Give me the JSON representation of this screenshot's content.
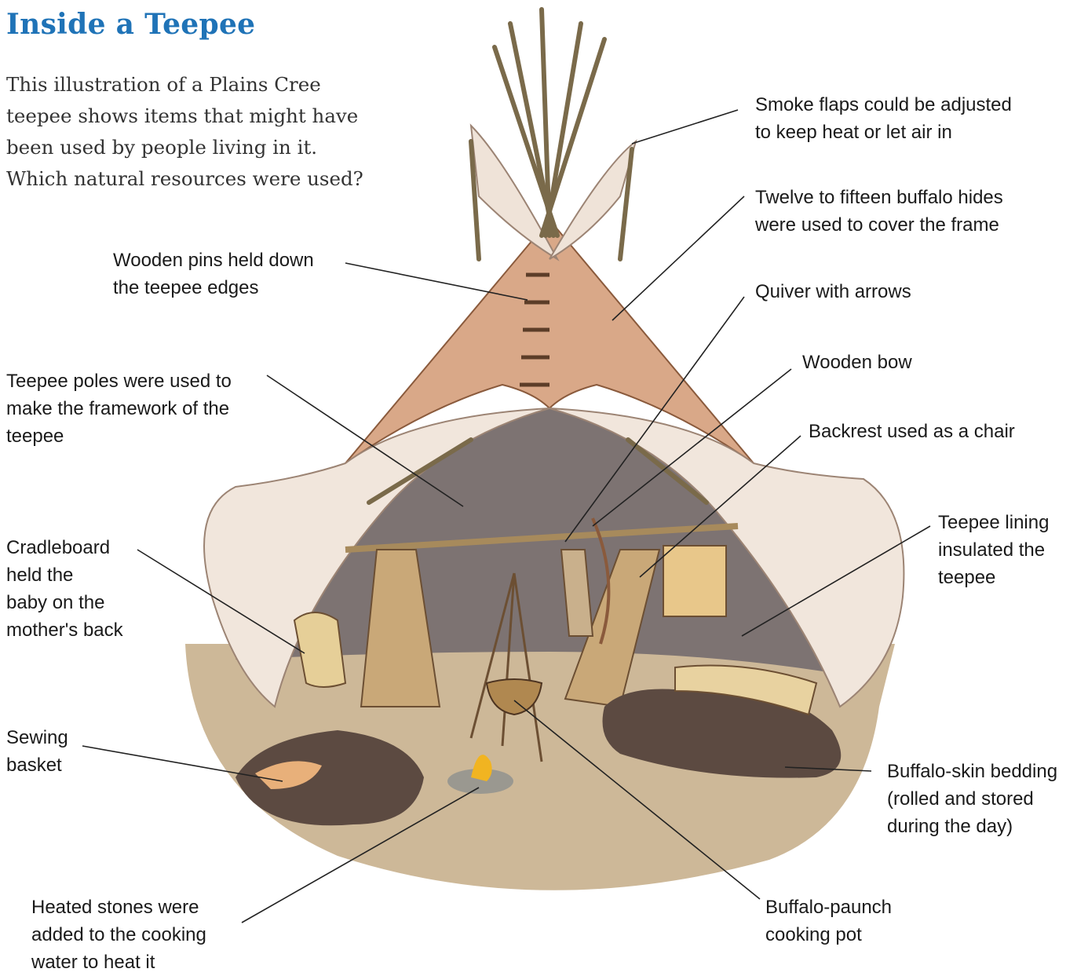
{
  "title": "Inside a Teepee",
  "intro": [
    "This illustration of a Plains Cree",
    "teepee shows items that might have",
    "been used by people living in it.",
    "Which natural resources were used?"
  ],
  "labels": {
    "smoke_flaps": [
      "Smoke flaps could be adjusted",
      "to keep heat or let air in"
    ],
    "buffalo_hides": [
      "Twelve to fifteen buffalo hides",
      "were used to cover the frame"
    ],
    "wooden_pins": [
      "Wooden pins held down",
      "the teepee edges"
    ],
    "quiver": [
      "Quiver with arrows"
    ],
    "wooden_bow": [
      "Wooden bow"
    ],
    "teepee_poles": [
      "Teepee poles were used to",
      "make the framework of the",
      "teepee"
    ],
    "backrest": [
      "Backrest used as a chair"
    ],
    "cradleboard": [
      "Cradleboard",
      "held the",
      "baby on the",
      "mother's back"
    ],
    "lining": [
      "Teepee lining",
      "insulated the",
      "teepee"
    ],
    "sewing_basket": [
      "Sewing",
      "basket"
    ],
    "bedding": [
      "Buffalo-skin bedding",
      "(rolled and stored",
      "during the day)"
    ],
    "heated_stones": [
      "Heated stones were",
      "added to the cooking",
      "water to heat it"
    ],
    "cooking_pot": [
      "Buffalo-paunch",
      "cooking pot"
    ]
  },
  "colors": {
    "title": "#1f73b7",
    "hide": "#d9a888",
    "lining": "#f1e6dc",
    "interior": "#7d7372",
    "floor": "#cdb898",
    "rug": "#5c4a41"
  }
}
